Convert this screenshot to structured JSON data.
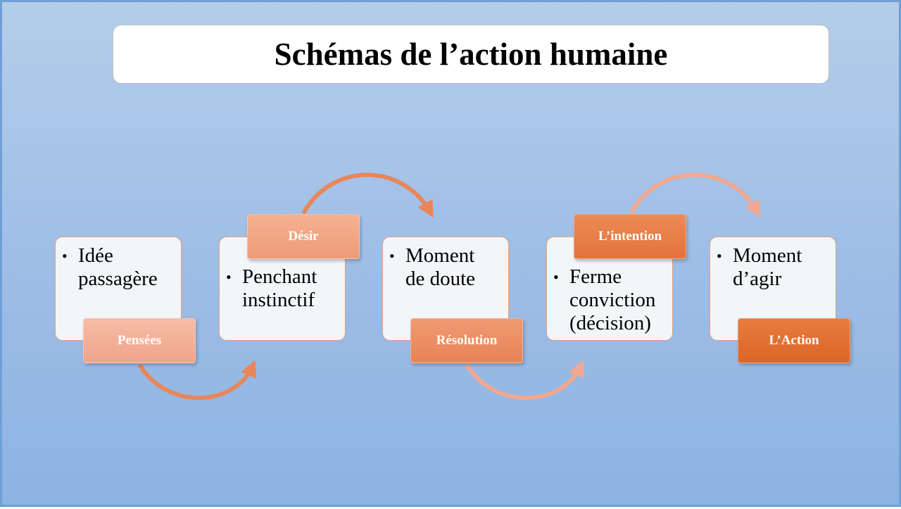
{
  "title": "Schémas de l’action humaine",
  "stages": [
    {
      "label": "Pensées",
      "bullet": [
        "Idée",
        "passagère"
      ],
      "label_color": "#f3ab90"
    },
    {
      "label": "Désir",
      "bullet": [
        "Penchant",
        "instinctif"
      ],
      "label_color": "#f1a07f"
    },
    {
      "label": "Résolution",
      "bullet": [
        "Moment",
        "de doute"
      ],
      "label_color": "#ec8a5f"
    },
    {
      "label": "L’intention",
      "bullet": [
        "Ferme",
        "conviction",
        "(décision)"
      ],
      "label_color": "#e77a44"
    },
    {
      "label": "L’Action",
      "bullet": [
        "Moment",
        "d’agir"
      ],
      "label_color": "#e06e2f"
    }
  ],
  "colors": {
    "arrow": "#e8865a",
    "arrow_light": "#f0a890",
    "box_border": "#e3a07a"
  }
}
